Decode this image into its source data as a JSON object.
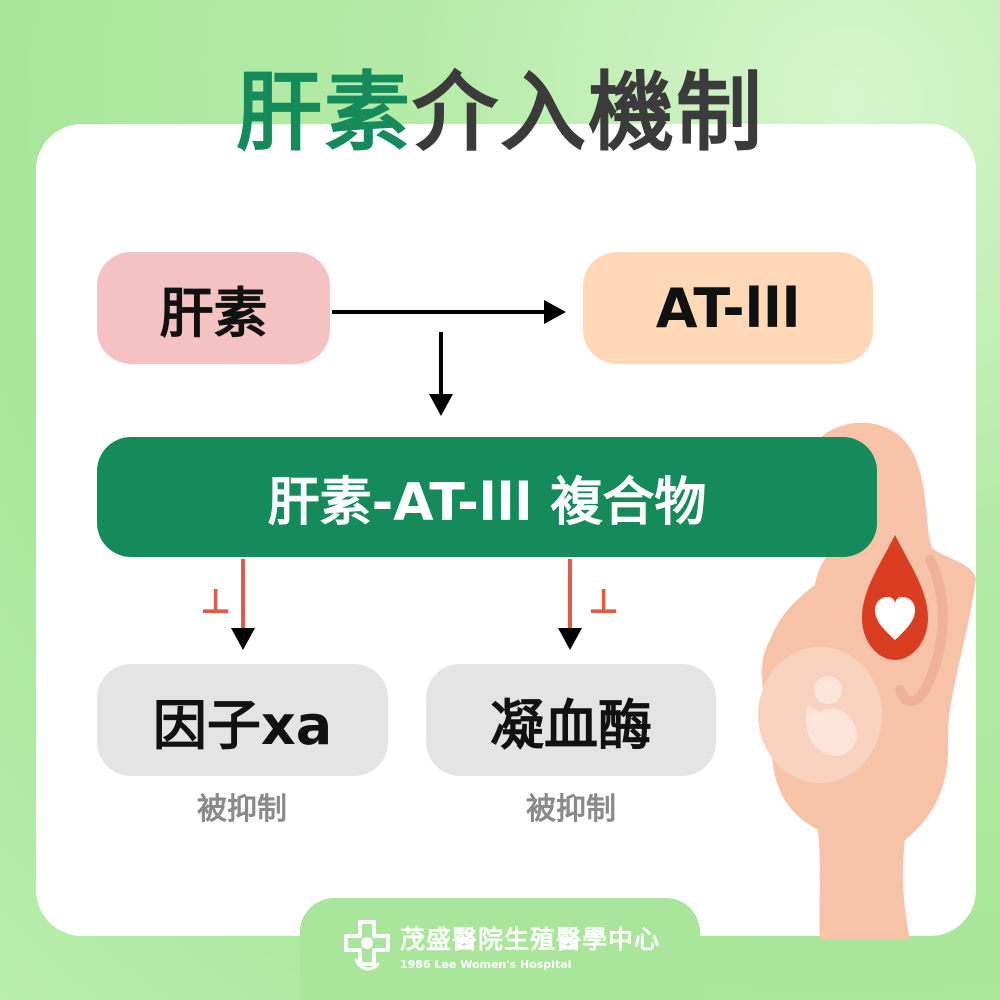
{
  "title": {
    "part1": "肝素",
    "part2": "介入機制"
  },
  "nodes": {
    "heparin": "肝素",
    "at3": "AT-lll",
    "complex": "肝素-AT-lll 複合物",
    "factor_xa": "因子xa",
    "thrombin": "凝血酶"
  },
  "labels": {
    "inhibited_left": "被抑制",
    "inhibited_right": "被抑制",
    "inhibit_symbol_left": "⊥",
    "inhibit_symbol_right": "⊥"
  },
  "footer": {
    "hospital_name": "茂盛醫院生殖醫學中心",
    "hospital_en": "1986 Lee Women's Hospital"
  },
  "colors": {
    "green": "#158a5a",
    "inhibit_red": "#e05a44",
    "heparin_pink": "#f4c2c2",
    "at3_peach": "#ffd8b8"
  }
}
